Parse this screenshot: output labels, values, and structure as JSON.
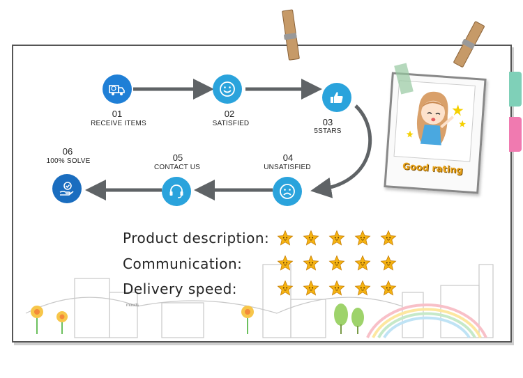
{
  "steps": [
    {
      "num": "01",
      "label": "RECEIVE ITEMS",
      "icon": "truck-icon",
      "color": "#1f7fd6"
    },
    {
      "num": "02",
      "label": "SATISFIED",
      "icon": "smile-icon",
      "color": "#2aa3dc"
    },
    {
      "num": "03",
      "label": "5STARS",
      "icon": "thumbs-up-icon",
      "color": "#2aa3dc"
    },
    {
      "num": "04",
      "label": "UNSATISFIED",
      "icon": "sad-face-icon",
      "color": "#2aa3dc"
    },
    {
      "num": "05",
      "label": "CONTACT US",
      "icon": "headset-icon",
      "color": "#2aa3dc"
    },
    {
      "num": "06",
      "label": "100% SOLVE",
      "icon": "hand-check-icon",
      "color": "#1a6dbf"
    }
  ],
  "photo": {
    "caption": "Good rating"
  },
  "ratings": [
    {
      "label": "Product description:",
      "stars": 5
    },
    {
      "label": "Communication:",
      "stars": 5
    },
    {
      "label": "Delivery speed:",
      "stars": 5
    }
  ],
  "building_sign": "mouds",
  "colors": {
    "arrow": "#5f6366",
    "tab_green": "#7fd0b8",
    "tab_pink": "#f07ab0",
    "star": "#f5b312"
  }
}
